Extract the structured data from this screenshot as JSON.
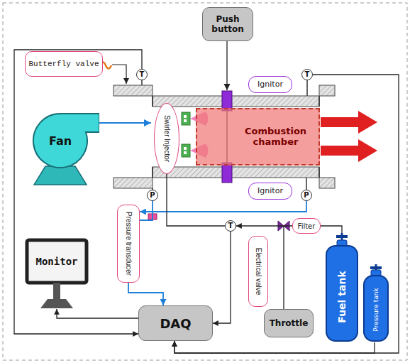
{
  "diagram": {
    "nodes": [
      {
        "text": [
          "Push button"
        ]
      },
      {
        "text": [
          "Butterfly valve"
        ]
      },
      {
        "text": [
          "T"
        ]
      },
      {
        "text": [
          "T"
        ]
      },
      {
        "text": [
          "Ignitor"
        ]
      },
      {
        "text": [
          "Fan"
        ]
      },
      {
        "text": [
          "Swirler Injector"
        ]
      },
      {
        "text": [
          "Combustion chamber"
        ]
      },
      {
        "text": [
          "Ignitor"
        ]
      },
      {
        "text": [
          "P"
        ]
      },
      {
        "text": [
          "P"
        ]
      },
      {
        "text": [
          "Pressure transducer"
        ]
      },
      {
        "text": [
          "T"
        ]
      },
      {
        "text": [
          "Filter"
        ]
      },
      {
        "text": [
          "Electrical valve"
        ]
      },
      {
        "text": [
          "Monitor"
        ]
      },
      {
        "text": [
          "Fuel tank"
        ]
      },
      {
        "text": [
          "Pressure tank"
        ]
      },
      {
        "text": [
          "DAQ"
        ]
      },
      {
        "text": [
          "Throttle"
        ]
      }
    ],
    "edges": [
      {
        "from": 9,
        "to": 11,
        "arrow": "none"
      },
      {
        "from": 10,
        "to": 11,
        "arrow": "to"
      },
      {
        "from": 11,
        "to": 18,
        "arrow": "to"
      },
      {
        "from": 18,
        "to": 15,
        "arrow": "to"
      },
      {
        "from": 2,
        "to": 18,
        "arrow": "to"
      },
      {
        "from": 3,
        "to": 18,
        "arrow": "to"
      },
      {
        "from": 17,
        "to": 18,
        "arrow": "to"
      },
      {
        "from": 16,
        "to": 13,
        "arrow": "none"
      },
      {
        "from": 13,
        "to": 12,
        "arrow": "to"
      },
      {
        "from": 12,
        "to": 6,
        "arrow": "none"
      },
      {
        "from": 12,
        "to": 18,
        "arrow": "to"
      }
    ]
  }
}
